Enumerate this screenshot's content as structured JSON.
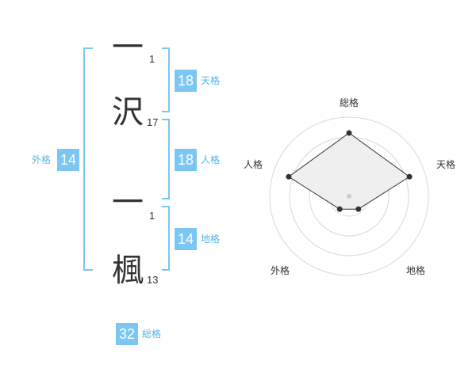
{
  "name": {
    "chars": [
      {
        "char": "一",
        "strokes": "1"
      },
      {
        "char": "沢",
        "strokes": "17"
      },
      {
        "char": "一",
        "strokes": "1"
      },
      {
        "char": "楓",
        "strokes": "13"
      }
    ]
  },
  "kakusu": {
    "tenkaku": {
      "value": "18",
      "label": "天格"
    },
    "jinkaku": {
      "value": "18",
      "label": "人格"
    },
    "chikaku": {
      "value": "14",
      "label": "地格"
    },
    "gaikaku": {
      "value": "14",
      "label": "外格"
    },
    "soukaku": {
      "value": "32",
      "label": "総格"
    }
  },
  "colors": {
    "accent": "#7cc6f2",
    "accent_text": "#58b4e8",
    "radar_fill": "#efefef"
  },
  "chart_data": {
    "type": "radar",
    "axes": [
      "総格",
      "天格",
      "地格",
      "外格",
      "人格"
    ],
    "values": [
      4,
      4,
      1,
      1,
      4
    ],
    "range": [
      0,
      5
    ],
    "rings": 4
  }
}
